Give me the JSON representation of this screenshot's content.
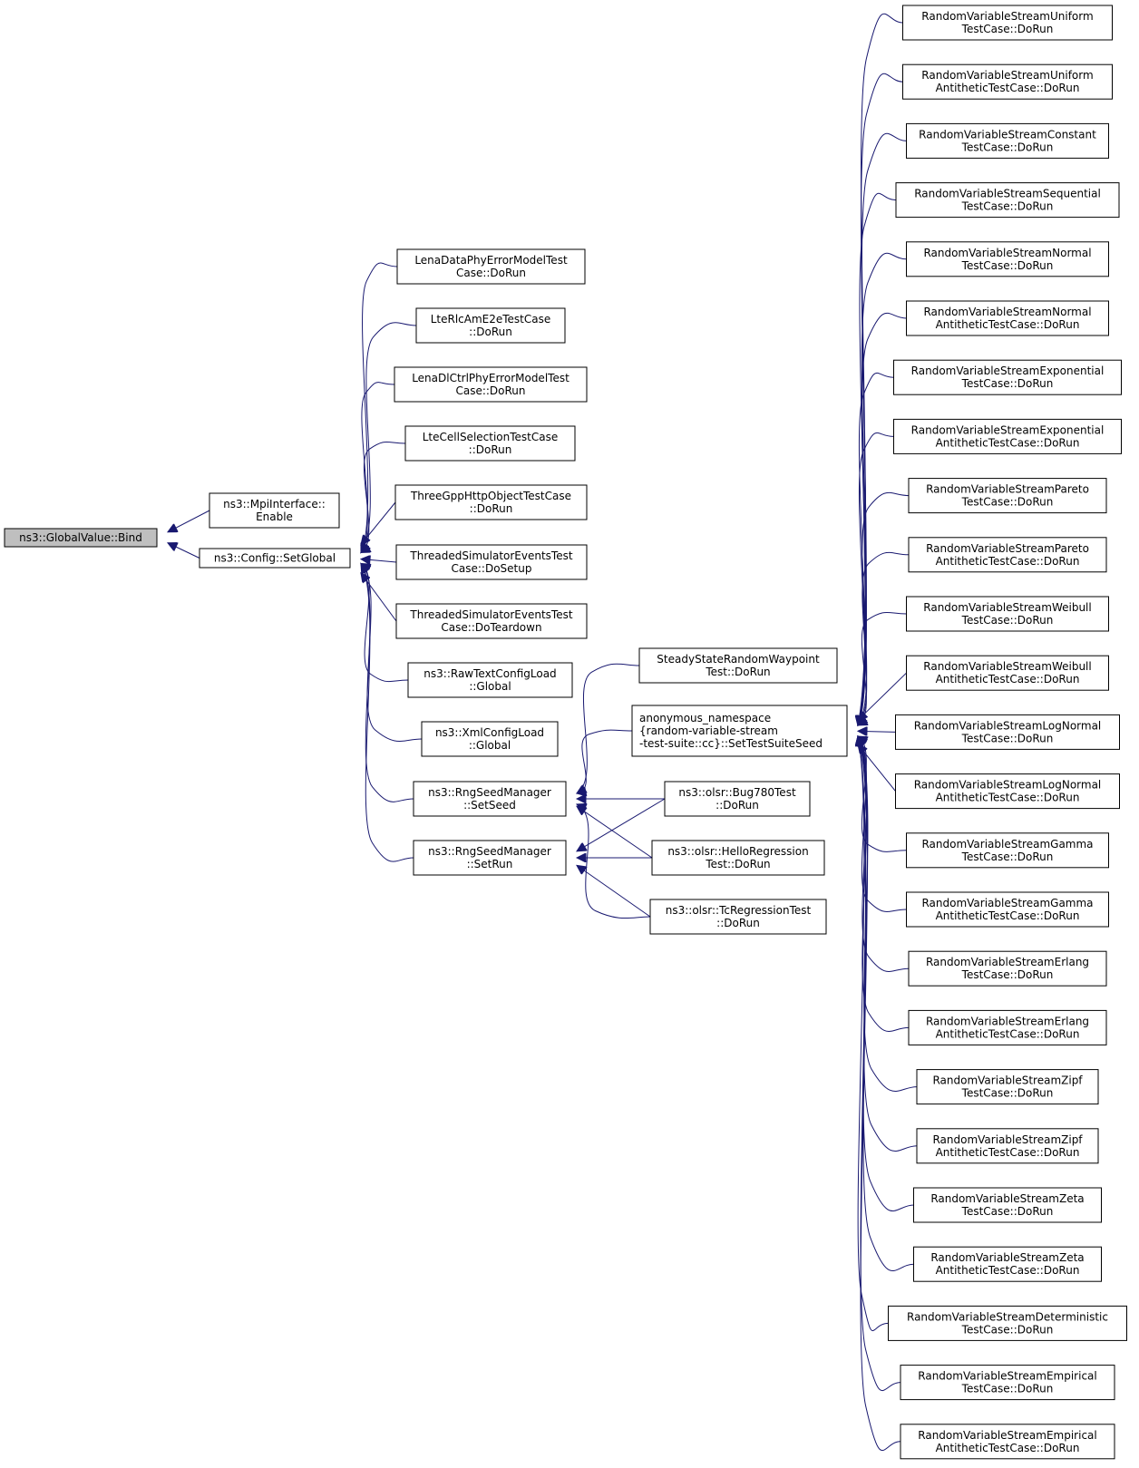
{
  "diagram": {
    "type": "call-graph",
    "edge_color": "#191970",
    "root_fill": "#bfbfbf",
    "nodes": [
      {
        "id": "bind",
        "lines": [
          "ns3::GlobalValue::Bind"
        ]
      },
      {
        "id": "mpi",
        "lines": [
          "ns3::MpiInterface::",
          "Enable"
        ]
      },
      {
        "id": "setglobal",
        "lines": [
          "ns3::Config::SetGlobal"
        ]
      },
      {
        "id": "lenaData",
        "lines": [
          "LenaDataPhyErrorModelTest",
          "Case::DoRun"
        ]
      },
      {
        "id": "lteRlc",
        "lines": [
          "LteRlcAmE2eTestCase",
          "::DoRun"
        ]
      },
      {
        "id": "lenaDl",
        "lines": [
          "LenaDlCtrlPhyErrorModelTest",
          "Case::DoRun"
        ]
      },
      {
        "id": "lteCell",
        "lines": [
          "LteCellSelectionTestCase",
          "::DoRun"
        ]
      },
      {
        "id": "threeGpp",
        "lines": [
          "ThreeGppHttpObjectTestCase",
          "::DoRun"
        ]
      },
      {
        "id": "threadSetup",
        "lines": [
          "ThreadedSimulatorEventsTest",
          "Case::DoSetup"
        ]
      },
      {
        "id": "threadTeardown",
        "lines": [
          "ThreadedSimulatorEventsTest",
          "Case::DoTeardown"
        ]
      },
      {
        "id": "rawText",
        "lines": [
          "ns3::RawTextConfigLoad",
          "::Global"
        ]
      },
      {
        "id": "xml",
        "lines": [
          "ns3::XmlConfigLoad",
          "::Global"
        ]
      },
      {
        "id": "setSeed",
        "lines": [
          "ns3::RngSeedManager",
          "::SetSeed"
        ]
      },
      {
        "id": "setRun",
        "lines": [
          "ns3::RngSeedManager",
          "::SetRun"
        ]
      },
      {
        "id": "steady",
        "lines": [
          "SteadyStateRandomWaypoint",
          "Test::DoRun"
        ]
      },
      {
        "id": "anon",
        "lines": [
          "anonymous_namespace",
          "{random-variable-stream",
          "-test-suite::cc}::SetTestSuiteSeed"
        ]
      },
      {
        "id": "bug780",
        "lines": [
          "ns3::olsr::Bug780Test",
          "::DoRun"
        ]
      },
      {
        "id": "hello",
        "lines": [
          "ns3::olsr::HelloRegression",
          "Test::DoRun"
        ]
      },
      {
        "id": "tcReg",
        "lines": [
          "ns3::olsr::TcRegressionTest",
          "::DoRun"
        ]
      },
      {
        "id": "r0",
        "lines": [
          "RandomVariableStreamUniform",
          "TestCase::DoRun"
        ]
      },
      {
        "id": "r1",
        "lines": [
          "RandomVariableStreamUniform",
          "AntitheticTestCase::DoRun"
        ]
      },
      {
        "id": "r2",
        "lines": [
          "RandomVariableStreamConstant",
          "TestCase::DoRun"
        ]
      },
      {
        "id": "r3",
        "lines": [
          "RandomVariableStreamSequential",
          "TestCase::DoRun"
        ]
      },
      {
        "id": "r4",
        "lines": [
          "RandomVariableStreamNormal",
          "TestCase::DoRun"
        ]
      },
      {
        "id": "r5",
        "lines": [
          "RandomVariableStreamNormal",
          "AntitheticTestCase::DoRun"
        ]
      },
      {
        "id": "r6",
        "lines": [
          "RandomVariableStreamExponential",
          "TestCase::DoRun"
        ]
      },
      {
        "id": "r7",
        "lines": [
          "RandomVariableStreamExponential",
          "AntitheticTestCase::DoRun"
        ]
      },
      {
        "id": "r8",
        "lines": [
          "RandomVariableStreamPareto",
          "TestCase::DoRun"
        ]
      },
      {
        "id": "r9",
        "lines": [
          "RandomVariableStreamPareto",
          "AntitheticTestCase::DoRun"
        ]
      },
      {
        "id": "r10",
        "lines": [
          "RandomVariableStreamWeibull",
          "TestCase::DoRun"
        ]
      },
      {
        "id": "r11",
        "lines": [
          "RandomVariableStreamWeibull",
          "AntitheticTestCase::DoRun"
        ]
      },
      {
        "id": "r12",
        "lines": [
          "RandomVariableStreamLogNormal",
          "TestCase::DoRun"
        ]
      },
      {
        "id": "r13",
        "lines": [
          "RandomVariableStreamLogNormal",
          "AntitheticTestCase::DoRun"
        ]
      },
      {
        "id": "r14",
        "lines": [
          "RandomVariableStreamGamma",
          "TestCase::DoRun"
        ]
      },
      {
        "id": "r15",
        "lines": [
          "RandomVariableStreamGamma",
          "AntitheticTestCase::DoRun"
        ]
      },
      {
        "id": "r16",
        "lines": [
          "RandomVariableStreamErlang",
          "TestCase::DoRun"
        ]
      },
      {
        "id": "r17",
        "lines": [
          "RandomVariableStreamErlang",
          "AntitheticTestCase::DoRun"
        ]
      },
      {
        "id": "r18",
        "lines": [
          "RandomVariableStreamZipf",
          "TestCase::DoRun"
        ]
      },
      {
        "id": "r19",
        "lines": [
          "RandomVariableStreamZipf",
          "AntitheticTestCase::DoRun"
        ]
      },
      {
        "id": "r20",
        "lines": [
          "RandomVariableStreamZeta",
          "TestCase::DoRun"
        ]
      },
      {
        "id": "r21",
        "lines": [
          "RandomVariableStreamZeta",
          "AntitheticTestCase::DoRun"
        ]
      },
      {
        "id": "r22",
        "lines": [
          "RandomVariableStreamDeterministic",
          "TestCase::DoRun"
        ]
      },
      {
        "id": "r23",
        "lines": [
          "RandomVariableStreamEmpirical",
          "TestCase::DoRun"
        ]
      },
      {
        "id": "r24",
        "lines": [
          "RandomVariableStreamEmpirical",
          "AntitheticTestCase::DoRun"
        ]
      }
    ],
    "edges": [
      [
        "bind",
        "mpi"
      ],
      [
        "bind",
        "setglobal"
      ],
      [
        "setglobal",
        "lenaData"
      ],
      [
        "setglobal",
        "lteRlc"
      ],
      [
        "setglobal",
        "lenaDl"
      ],
      [
        "setglobal",
        "lteCell"
      ],
      [
        "setglobal",
        "threeGpp"
      ],
      [
        "setglobal",
        "threadSetup"
      ],
      [
        "setglobal",
        "threadTeardown"
      ],
      [
        "setglobal",
        "rawText"
      ],
      [
        "setglobal",
        "xml"
      ],
      [
        "setglobal",
        "setSeed"
      ],
      [
        "setglobal",
        "setRun"
      ],
      [
        "setSeed",
        "steady"
      ],
      [
        "setSeed",
        "anon"
      ],
      [
        "setSeed",
        "bug780"
      ],
      [
        "setSeed",
        "hello"
      ],
      [
        "setSeed",
        "tcReg"
      ],
      [
        "setRun",
        "bug780"
      ],
      [
        "setRun",
        "hello"
      ],
      [
        "setRun",
        "tcReg"
      ],
      [
        "anon",
        "r0"
      ],
      [
        "anon",
        "r1"
      ],
      [
        "anon",
        "r2"
      ],
      [
        "anon",
        "r3"
      ],
      [
        "anon",
        "r4"
      ],
      [
        "anon",
        "r5"
      ],
      [
        "anon",
        "r6"
      ],
      [
        "anon",
        "r7"
      ],
      [
        "anon",
        "r8"
      ],
      [
        "anon",
        "r9"
      ],
      [
        "anon",
        "r10"
      ],
      [
        "anon",
        "r11"
      ],
      [
        "anon",
        "r12"
      ],
      [
        "anon",
        "r13"
      ],
      [
        "anon",
        "r14"
      ],
      [
        "anon",
        "r15"
      ],
      [
        "anon",
        "r16"
      ],
      [
        "anon",
        "r17"
      ],
      [
        "anon",
        "r18"
      ],
      [
        "anon",
        "r19"
      ],
      [
        "anon",
        "r20"
      ],
      [
        "anon",
        "r21"
      ],
      [
        "anon",
        "r22"
      ],
      [
        "anon",
        "r23"
      ],
      [
        "anon",
        "r24"
      ]
    ]
  }
}
